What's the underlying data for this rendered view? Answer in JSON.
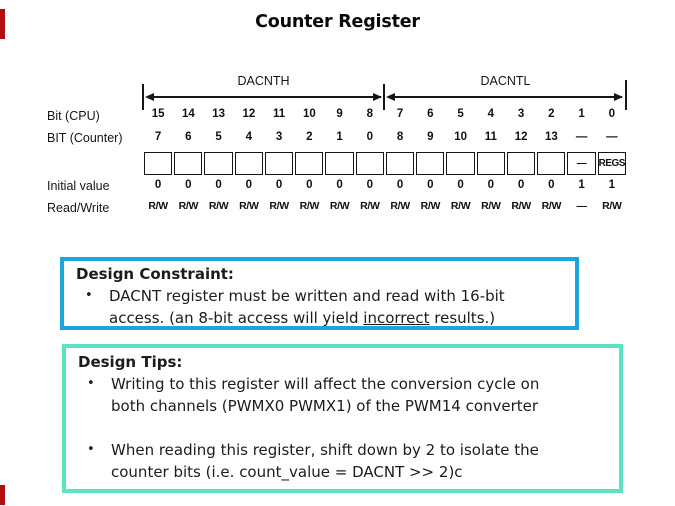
{
  "title": "Counter Register",
  "colors": {
    "accent_red": "#b01014",
    "constraint_border": "#1ba7dc",
    "tips_border": "#5be4c3"
  },
  "diagram": {
    "high_label": "DACNTH",
    "low_label": "DACNTL",
    "labels": {
      "bit_cpu": "Bit (CPU)",
      "bit_counter": "BIT (Counter)",
      "initial_value": "Initial value",
      "read_write": "Read/Write"
    },
    "bit_cpu": [
      "15",
      "14",
      "13",
      "12",
      "11",
      "10",
      "9",
      "8",
      "7",
      "6",
      "5",
      "4",
      "3",
      "2",
      "1",
      "0"
    ],
    "bit_counter": [
      "7",
      "6",
      "5",
      "4",
      "3",
      "2",
      "1",
      "0",
      "8",
      "9",
      "10",
      "11",
      "12",
      "13",
      "—",
      "—"
    ],
    "cells": [
      "",
      "",
      "",
      "",
      "",
      "",
      "",
      "",
      "",
      "",
      "",
      "",
      "",
      "",
      "—",
      "REGS"
    ],
    "initial_value": [
      "0",
      "0",
      "0",
      "0",
      "0",
      "0",
      "0",
      "0",
      "0",
      "0",
      "0",
      "0",
      "0",
      "0",
      "1",
      "1"
    ],
    "read_write": [
      "R/W",
      "R/W",
      "R/W",
      "R/W",
      "R/W",
      "R/W",
      "R/W",
      "R/W",
      "R/W",
      "R/W",
      "R/W",
      "R/W",
      "R/W",
      "R/W",
      "—",
      "R/W"
    ]
  },
  "constraint_box": {
    "heading": "Design Constraint:",
    "bullet_char": "•",
    "line1": "DACNT register must be written and read with 16-bit",
    "line2_pre": "access. (an 8-bit access will yield ",
    "line2_underlined": "incorrect",
    "line2_post": " results.)"
  },
  "tips_box": {
    "heading": "Design Tips:",
    "bullet_char": "•",
    "tip1_line1": "Writing to this register will affect the conversion cycle on",
    "tip1_line2": "both channels (PWMX0 PWMX1) of the PWM14 converter",
    "tip2_line1": "When reading this register, shift down by 2 to isolate the",
    "tip2_line2": "counter bits (i.e. count_value = DACNT >> 2)c"
  }
}
